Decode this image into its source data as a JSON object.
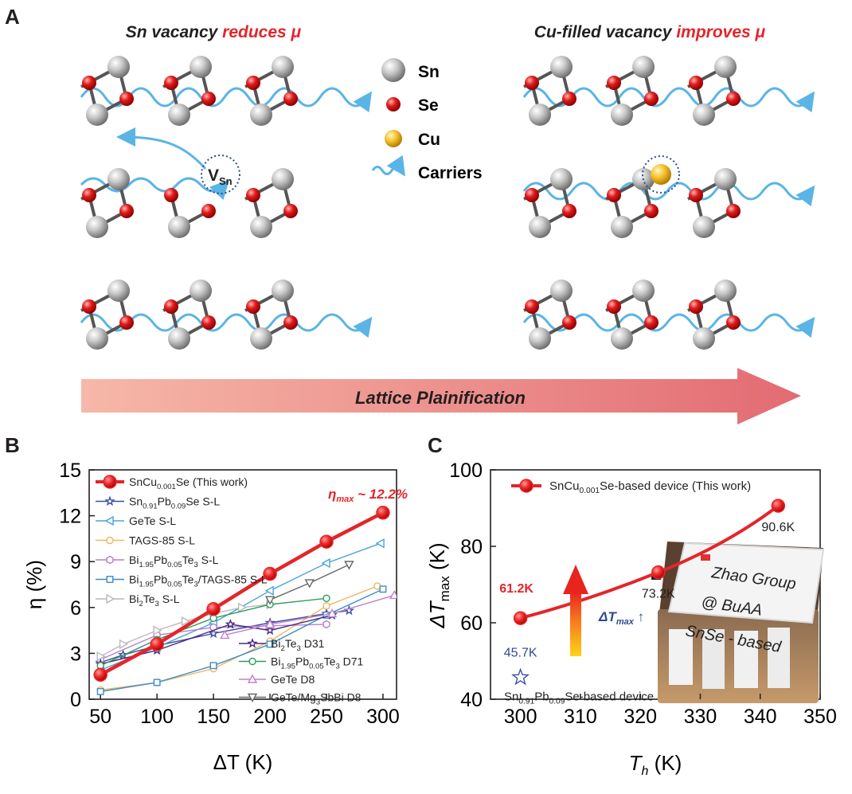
{
  "panels": {
    "A": {
      "letter": "A",
      "left_title": {
        "part1": "Sn vacancy ",
        "part2": "reduces μ"
      },
      "right_title": {
        "part1": "Cu-filled vacancy ",
        "part2": "improves  μ"
      },
      "vacancy_label": {
        "main": "V",
        "sub": "Sn"
      },
      "legend": [
        {
          "label": "Sn",
          "icon": "sn-atom-icon"
        },
        {
          "label": "Se",
          "icon": "se-atom-icon"
        },
        {
          "label": "Cu",
          "icon": "cu-atom-icon"
        },
        {
          "label": "Carriers",
          "icon": "carrier-wave-icon"
        }
      ],
      "arrow_label": "Lattice Plainification",
      "colors": {
        "sn": "#a6a6a6",
        "se": "#e01b1b",
        "cu": "#f2b91a",
        "carrier": "#5ab4e5",
        "arrow": "#e87a7e",
        "highlight": "#e3262a"
      }
    },
    "B": {
      "letter": "B"
    },
    "C": {
      "letter": "C"
    }
  },
  "chart_data": [
    {
      "type": "line",
      "panel": "B",
      "xlabel": "ΔT (K)",
      "ylabel": "η (%)",
      "xlim": [
        40,
        312
      ],
      "ylim": [
        0,
        15
      ],
      "xticks": [
        50,
        100,
        150,
        200,
        250,
        300
      ],
      "yticks": [
        0,
        3,
        6,
        9,
        12,
        15
      ],
      "annotation": {
        "main": "η",
        "sub": "max",
        "rest": " ~ 12.2%"
      },
      "series": [
        {
          "name": "SnCu0.001Se (This work)",
          "label_parts": [
            "SnCu",
            "0.001",
            "Se (This work)"
          ],
          "color": "#e3262a",
          "marker": "circle-filled",
          "highlight": true,
          "x": [
            50,
            100,
            150,
            200,
            250,
            300
          ],
          "y": [
            1.6,
            3.6,
            5.9,
            8.2,
            10.3,
            12.2
          ]
        },
        {
          "name": "Sn0.91Pb0.09Se S-L",
          "label_parts": [
            "Sn",
            "0.91",
            "Pb",
            "0.09",
            "Se S-L"
          ],
          "color": "#3d4fa0",
          "marker": "star",
          "x": [
            50,
            70,
            100,
            150,
            200,
            250,
            270
          ],
          "y": [
            2.4,
            2.9,
            3.5,
            4.3,
            5.0,
            5.6,
            5.8
          ]
        },
        {
          "name": "GeTe S-L",
          "label_parts": [
            "GeTe S-L"
          ],
          "color": "#4aa3d8",
          "marker": "triangle-left",
          "x": [
            50,
            100,
            150,
            200,
            250,
            298
          ],
          "y": [
            1.9,
            3.4,
            5.0,
            7.1,
            8.9,
            10.2
          ]
        },
        {
          "name": "TAGS-85 S-L",
          "label_parts": [
            "TAGS-85 S-L"
          ],
          "color": "#f0b65e",
          "marker": "circle-open",
          "x": [
            50,
            100,
            150,
            200,
            250,
            295
          ],
          "y": [
            0.6,
            1.1,
            2.0,
            3.8,
            6.1,
            7.4
          ]
        },
        {
          "name": "Bi1.95Pb0.05Te3 S-L",
          "label_parts": [
            "Bi",
            "1.95",
            "Pb",
            "0.05",
            "Te",
            "3",
            " S-L"
          ],
          "color": "#b87fca",
          "marker": "hexagon-open",
          "x": [
            50,
            100,
            150,
            200,
            250
          ],
          "y": [
            2.6,
            4.2,
            4.7,
            4.8,
            4.9
          ]
        },
        {
          "name": "Bi1.95Pb0.05Te3/TAGS-85 S-L",
          "label_parts": [
            "Bi",
            "1.95",
            "Pb",
            "0.05",
            "Te",
            "3",
            "/TAGS-85 S-L"
          ],
          "color": "#3e8cc9",
          "marker": "square-open",
          "x": [
            50,
            100,
            150,
            200,
            250,
            300
          ],
          "y": [
            0.5,
            1.1,
            2.2,
            3.6,
            5.5,
            7.2
          ]
        },
        {
          "name": "Bi2Te3 S-L",
          "label_parts": [
            "Bi",
            "2",
            "Te",
            "3",
            " S-L"
          ],
          "color": "#b9b9b9",
          "marker": "triangle-right",
          "x": [
            50,
            70,
            100,
            125,
            150,
            175,
            200
          ],
          "y": [
            2.8,
            3.6,
            4.5,
            5.1,
            5.6,
            6.0,
            6.2
          ]
        },
        {
          "name": "Bi2Te3 D31",
          "label_parts": [
            "Bi",
            "2",
            "Te",
            "3",
            " D31"
          ],
          "color": "#4a2a82",
          "marker": "star",
          "x": [
            50,
            100,
            165,
            200,
            255
          ],
          "y": [
            2.3,
            3.2,
            4.9,
            4.5,
            5.5
          ]
        },
        {
          "name": "Bi1.95Pb0.05Te3 D71",
          "label_parts": [
            "Bi",
            "1.95",
            "Pb",
            "0.05",
            "Te",
            "3",
            " D71"
          ],
          "color": "#2e9e5e",
          "marker": "circle-open",
          "x": [
            50,
            100,
            150,
            200,
            250
          ],
          "y": [
            2.2,
            3.9,
            5.3,
            6.2,
            6.6
          ]
        },
        {
          "name": "GeTe D8",
          "label_parts": [
            "GeTe D8"
          ],
          "color": "#c080cc",
          "marker": "triangle-up",
          "x": [
            160,
            200,
            255,
            310
          ],
          "y": [
            4.2,
            4.9,
            5.6,
            6.8
          ]
        },
        {
          "name": "GeTe/Mg3SbBi D8",
          "label_parts": [
            "GeTe/Mg",
            "3",
            "SbBi D8"
          ],
          "color": "#666666",
          "marker": "triangle-down",
          "x": [
            200,
            235,
            270
          ],
          "y": [
            6.5,
            7.6,
            8.8
          ]
        }
      ]
    },
    {
      "type": "line",
      "panel": "C",
      "xlabel": "Th (K)",
      "ylabel": "ΔTmax (K)",
      "xlim": [
        295,
        350
      ],
      "ylim": [
        40,
        100
      ],
      "xticks": [
        300,
        310,
        320,
        330,
        340,
        350
      ],
      "yticks": [
        40,
        60,
        80,
        100
      ],
      "series": [
        {
          "name": "SnCu0.001Se-based device (This work)",
          "label_parts": [
            "SnCu",
            "0.001",
            "Se-based device (This work)"
          ],
          "color": "#e3262a",
          "marker": "circle-filled",
          "x": [
            300,
            323,
            343
          ],
          "y": [
            61.2,
            73.2,
            90.6
          ],
          "labels": [
            "61.2K",
            "73.2K",
            "90.6K"
          ]
        },
        {
          "name": "Sn0.91Pb0.09Se-based device",
          "label_parts": [
            "Sn",
            "0.91",
            "Pb",
            "0.09",
            "Se-based device"
          ],
          "color": "#3d4fa0",
          "marker": "star",
          "x": [
            300
          ],
          "y": [
            45.7
          ],
          "labels": [
            "45.7K"
          ]
        }
      ],
      "annotation": {
        "main": "ΔT",
        "sub": "max",
        "rest": " ↑"
      },
      "photo_text": [
        "Zhao Group",
        "@ BuAA",
        "SnSe - based"
      ]
    }
  ]
}
